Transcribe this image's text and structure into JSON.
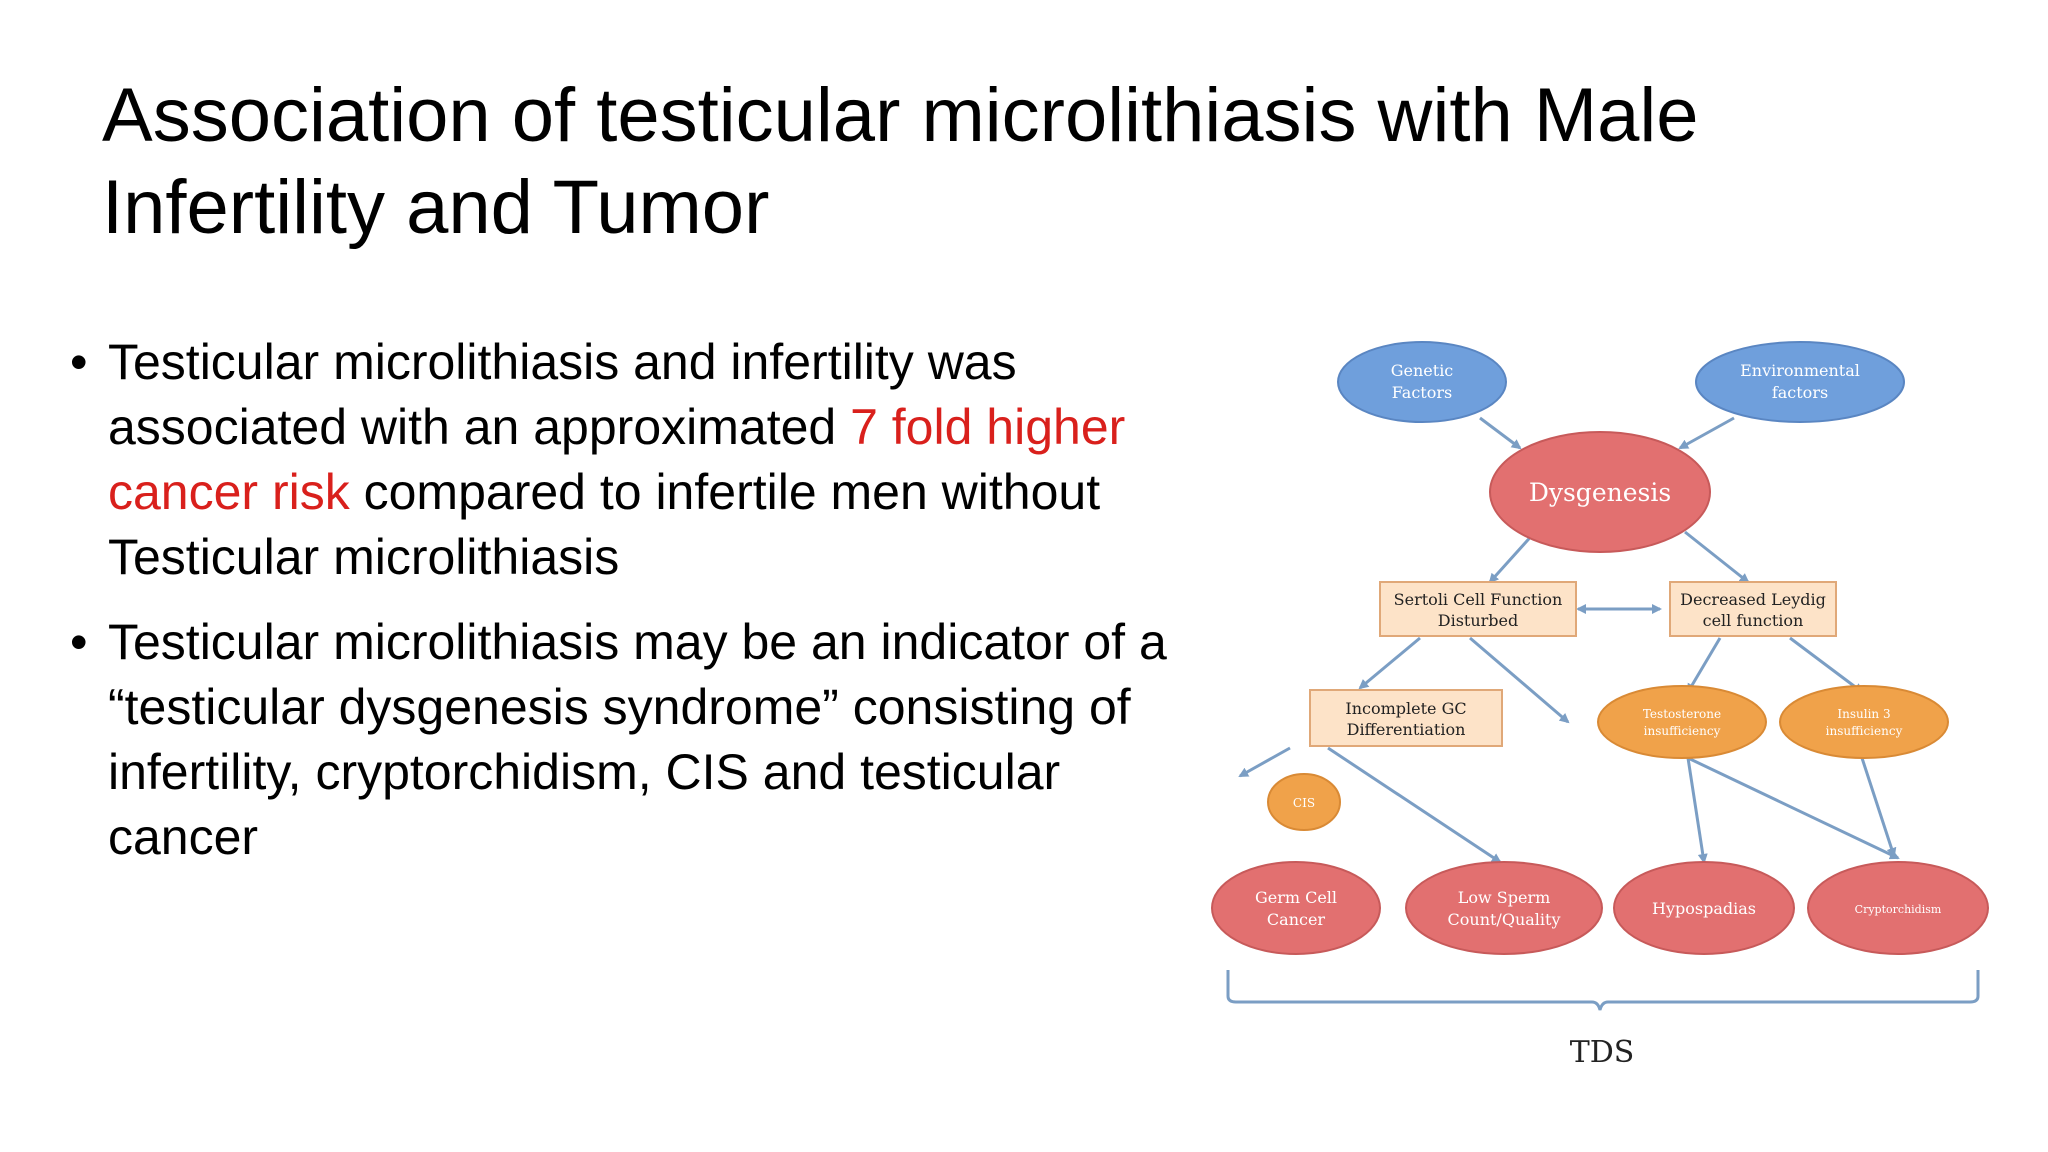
{
  "slide": {
    "title": "Association of testicular microlithiasis with Male Infertility and Tumor",
    "bullets": [
      {
        "pre": "Testicular microlithiasis and infertility was associated with an approximated ",
        "highlight": "7 fold higher cancer risk",
        "post": " compared to infertile men without Testicular microlithiasis"
      },
      {
        "pre": "Testicular microlithiasis may be an indicator of a “testicular dysgenesis syndrome” consisting of infertility, cryptorchidism, CIS and testicular cancer",
        "highlight": "",
        "post": ""
      }
    ],
    "bullet_glyph": "•",
    "highlight_color": "#d9201c"
  },
  "diagram": {
    "nodes": {
      "genetic": [
        "Genetic",
        "Factors"
      ],
      "environmental": [
        "Environmental",
        "factors"
      ],
      "dysgenesis": "Dysgenesis",
      "sertoli": [
        "Sertoli Cell Function",
        "Disturbed"
      ],
      "leydig": [
        "Decreased Leydig",
        "cell function"
      ],
      "incomplete_gc": [
        "Incomplete GC",
        "Differentiation"
      ],
      "testosterone": [
        "Testosterone",
        "insufficiency"
      ],
      "insulin3": [
        "Insulin 3",
        "insufficiency"
      ],
      "cis": "CIS",
      "germ_cell": [
        "Germ Cell",
        "Cancer"
      ],
      "low_sperm": [
        "Low Sperm",
        "Count/Quality"
      ],
      "hypospadias": "Hypospadias",
      "cryptorchidism": "Cryptorchidism"
    },
    "bracket_label": "TDS",
    "colors": {
      "blue_fill": "#6f9fdc",
      "red_fill": "#e27070",
      "orange_fill": "#f0a24a",
      "box_fill": "#fde3c8",
      "arrow": "#7b9ec4"
    }
  }
}
